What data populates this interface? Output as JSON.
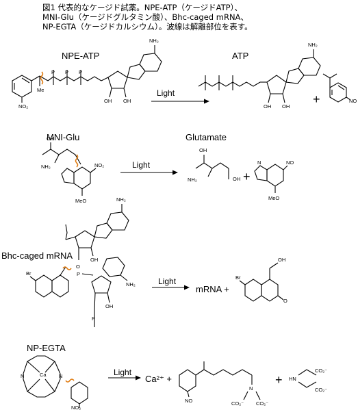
{
  "caption": {
    "line1": "図1 代表的なケージド試薬。NPE-ATP（ケージドATP）、",
    "line2": "MNI-Glu（ケージドグルタミン酸）、Bhc-caged mRNA、",
    "line3": "NP-EGTA（ケージドカルシウム）。波線は解離部位を表す。"
  },
  "reactions": [
    {
      "reagent": "NPE-ATP",
      "condition": "Light",
      "product": "ATP"
    },
    {
      "reagent": "MNI-Glu",
      "condition": "Light",
      "product": "Glutamate"
    },
    {
      "reagent": "Bhc-caged mRNA",
      "condition": "Light",
      "product": "mRNA +"
    },
    {
      "reagent": "NP-EGTA",
      "condition": "Light",
      "product": "Ca²⁺ +"
    }
  ],
  "atoms": {
    "nh2": "NH₂",
    "oh": "OH",
    "no2": "NO₂",
    "no": "NO",
    "ome": "MeO",
    "me": "Me",
    "br": "Br",
    "co2": "CO₂⁻",
    "ca": "Ca",
    "hn": "HN",
    "n": "N",
    "o": "O",
    "p": "P",
    "nh": "N"
  },
  "colors": {
    "cleavage_site": "#e07b10",
    "ink": "#000000"
  }
}
